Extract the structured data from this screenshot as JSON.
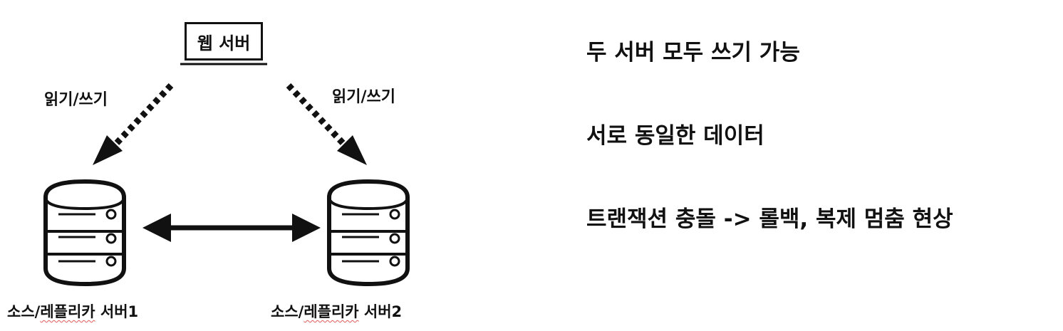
{
  "web_server": {
    "label": "웹 서버"
  },
  "connections": {
    "left_label": "읽기/쓰기",
    "right_label": "읽기/쓰기"
  },
  "servers": [
    {
      "prefix": "소스/",
      "squiggled": "레플리카",
      "suffix": " 서버1"
    },
    {
      "prefix": "소스/",
      "squiggled": "레플리카",
      "suffix": " 서버2"
    }
  ],
  "facts": [
    "두 서버 모두 쓰기 가능",
    "서로 동일한 데이터",
    "트랜잭션 충돌 -> 롤백, 복제 멈춤 현상"
  ],
  "colors": {
    "ink": "#111111",
    "spellcheck_underline": "#e05a5a"
  },
  "icons": [
    "database-server-icon",
    "dotted-arrow-icon",
    "double-headed-arrow-icon"
  ]
}
